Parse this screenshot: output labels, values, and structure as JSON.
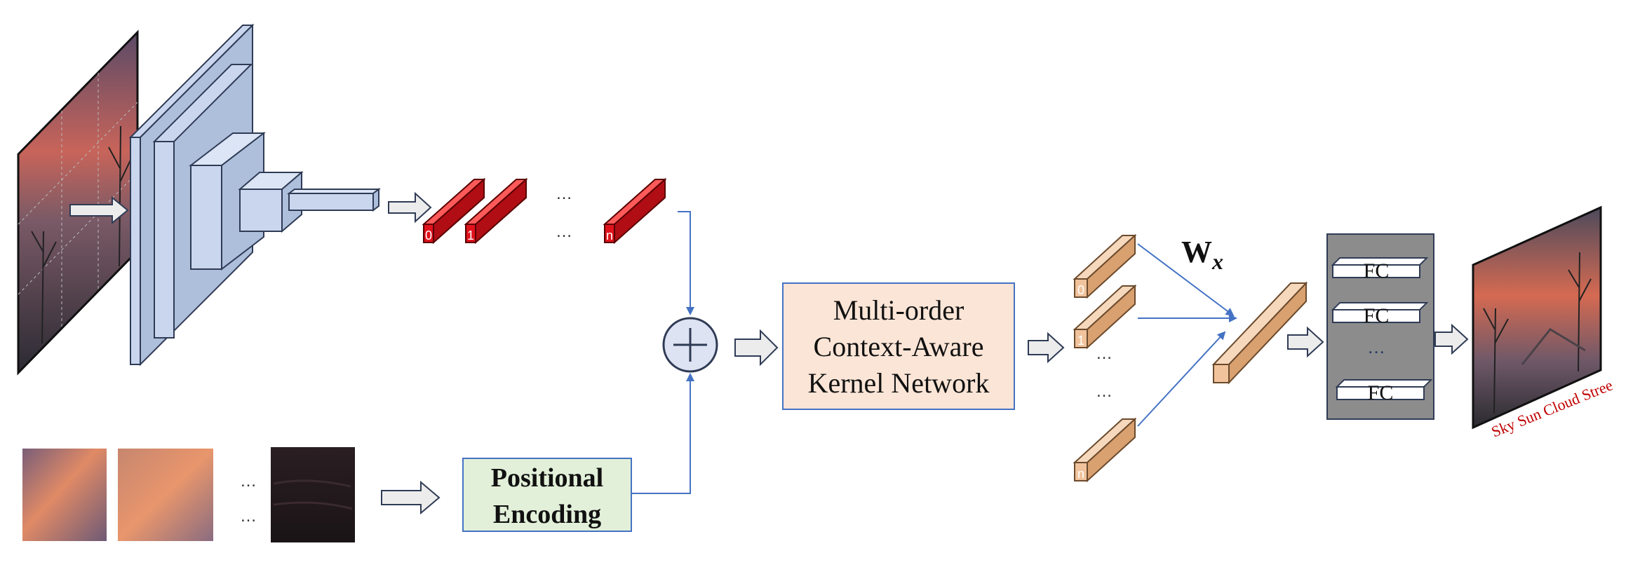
{
  "diagram": {
    "token_index_labels": [
      "0",
      "1",
      "n"
    ],
    "kernel_index_labels": [
      "0",
      "1",
      "n"
    ],
    "ellipsis": "…",
    "context_module_lines": [
      "Multi-order",
      "Context-Aware",
      "Kernel Network"
    ],
    "positional_encoding_lines": [
      "Positional",
      "Encoding"
    ],
    "weight_label_main": "W",
    "weight_label_sub": "x",
    "fc_label": "FC",
    "output_tags": "Sky Sun Cloud Stree",
    "colors": {
      "cnn_block": "#aebfdc",
      "cnn_block_light": "#c9d6ee",
      "token_red": "#e0121b",
      "kernel_peach": "#f0c39c",
      "context_box_fill": "#fbe5d6",
      "context_box_border": "#4472c4",
      "positional_box_fill": "#e2f0d9",
      "fc_panel": "#8c8c8c",
      "arrow_blue": "#4472c4",
      "tag_red": "#c00000"
    }
  }
}
